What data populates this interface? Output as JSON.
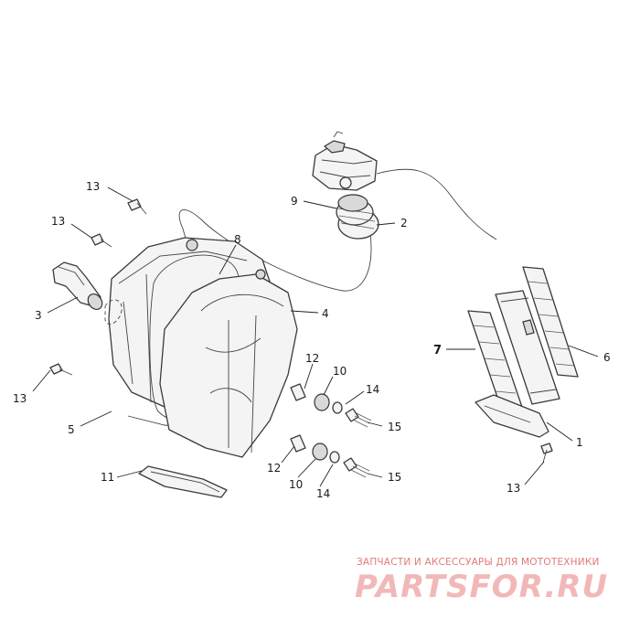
{
  "callouts": {
    "c13a": "13",
    "c13b": "13",
    "c13c": "13",
    "c13d": "13",
    "c9": "9",
    "c2": "2",
    "c8": "8",
    "c3": "3",
    "c4": "4",
    "c5": "5",
    "c12a": "12",
    "c10a": "10",
    "c14a": "14",
    "c15a": "15",
    "c12b": "12",
    "c10b": "10",
    "c14b": "14",
    "c15b": "15",
    "c11": "11",
    "c7": "7",
    "c6": "6",
    "c1": "1"
  },
  "watermark": {
    "tagline": "ЗАПЧАСТИ И АКСЕССУАРЫ ДЛЯ МОТОТЕХНИКИ",
    "logo": "PARTSFOR.RU"
  },
  "colors": {
    "line": "#3a3a3a",
    "watermark_tag": "#e07a7a",
    "watermark_logo": "#f2b8b8"
  }
}
